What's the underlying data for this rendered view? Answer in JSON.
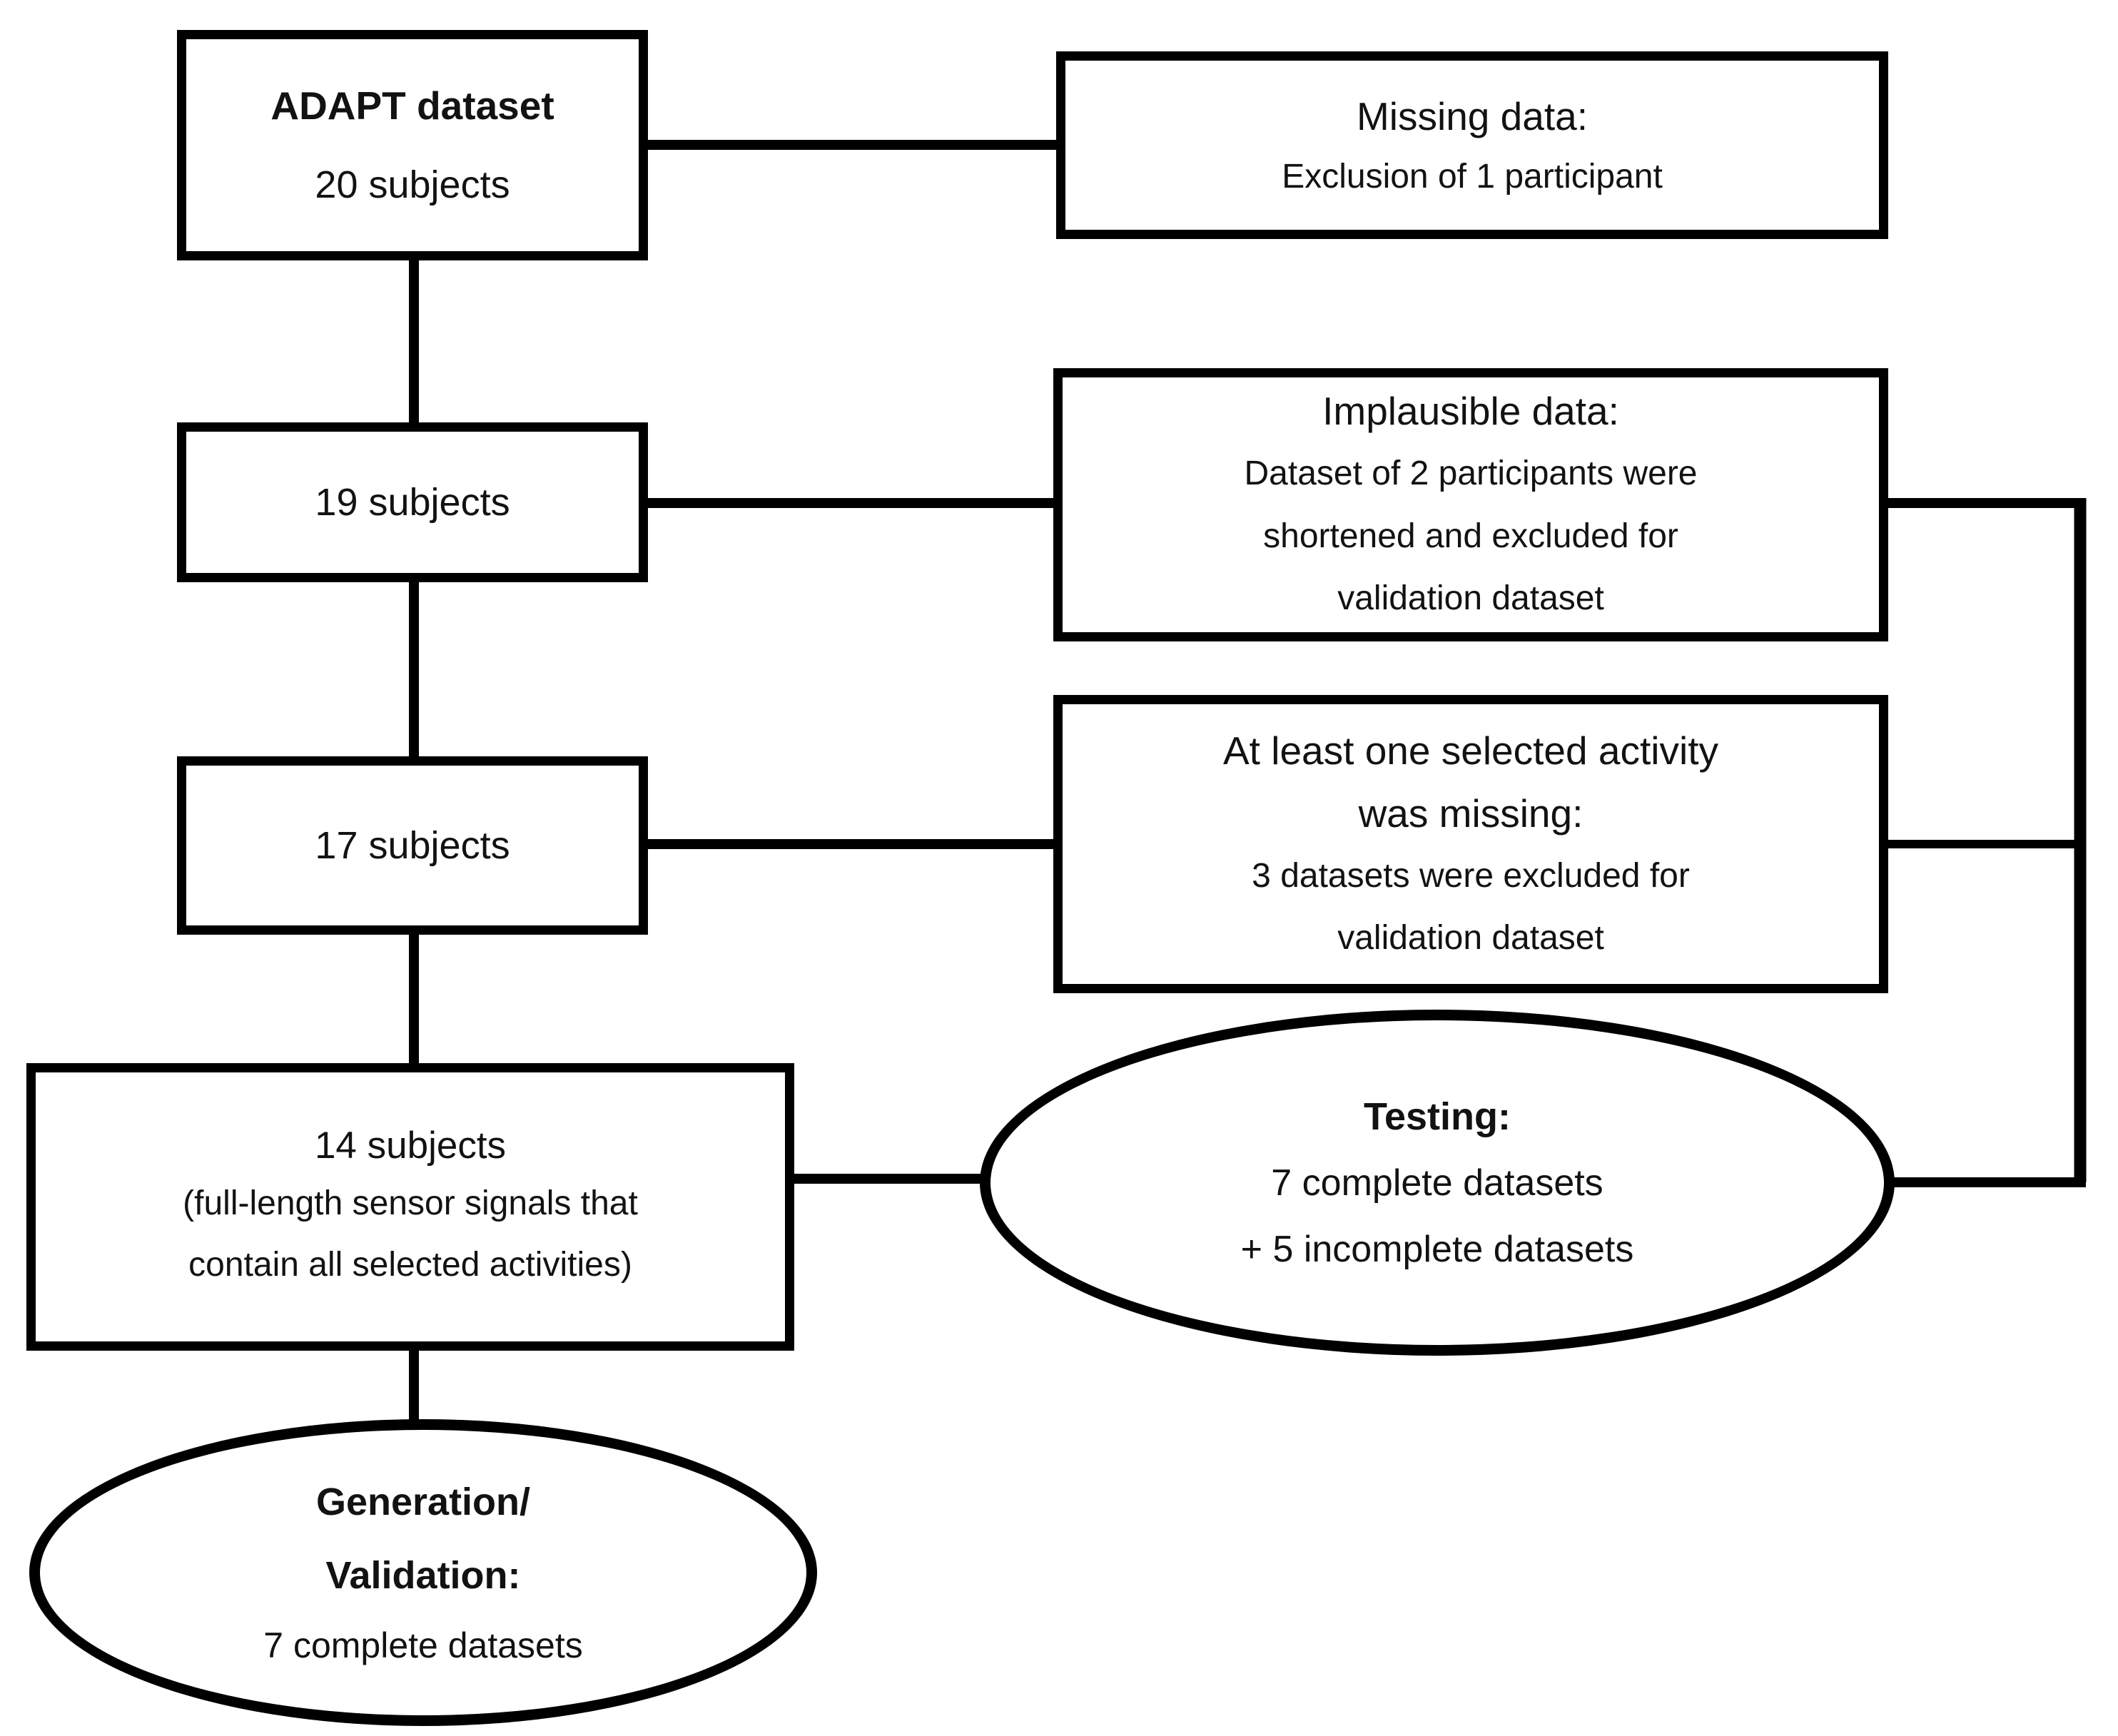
{
  "diagram": {
    "kind": "participant-flowchart",
    "colors": {
      "stroke": "#000000",
      "background": "#ffffff",
      "text": "#121212"
    },
    "nodes": {
      "adapt": {
        "title": "ADAPT dataset",
        "count": "20 subjects"
      },
      "missing": {
        "title": "Missing data:",
        "body": "Exclusion of 1 participant"
      },
      "n19": {
        "label": "19 subjects"
      },
      "implausible": {
        "title": "Implausible data:",
        "body_lines": [
          "Dataset of 2 participants were",
          "shortened and excluded for",
          "validation dataset"
        ]
      },
      "n17": {
        "label": "17 subjects"
      },
      "atleast": {
        "title_lines": [
          "At least one selected activity",
          "was missing:"
        ],
        "body_lines": [
          "3 datasets were excluded for",
          "validation dataset"
        ]
      },
      "n14": {
        "title": "14 subjects",
        "body_lines": [
          "(full-length sensor signals that",
          "contain all selected activities)"
        ]
      },
      "testing": {
        "title": "Testing:",
        "body_lines": [
          "7 complete datasets",
          "+ 5 incomplete datasets"
        ]
      },
      "generation": {
        "title_lines": [
          "Generation/",
          "Validation:"
        ],
        "body": "7 complete datasets"
      }
    }
  }
}
